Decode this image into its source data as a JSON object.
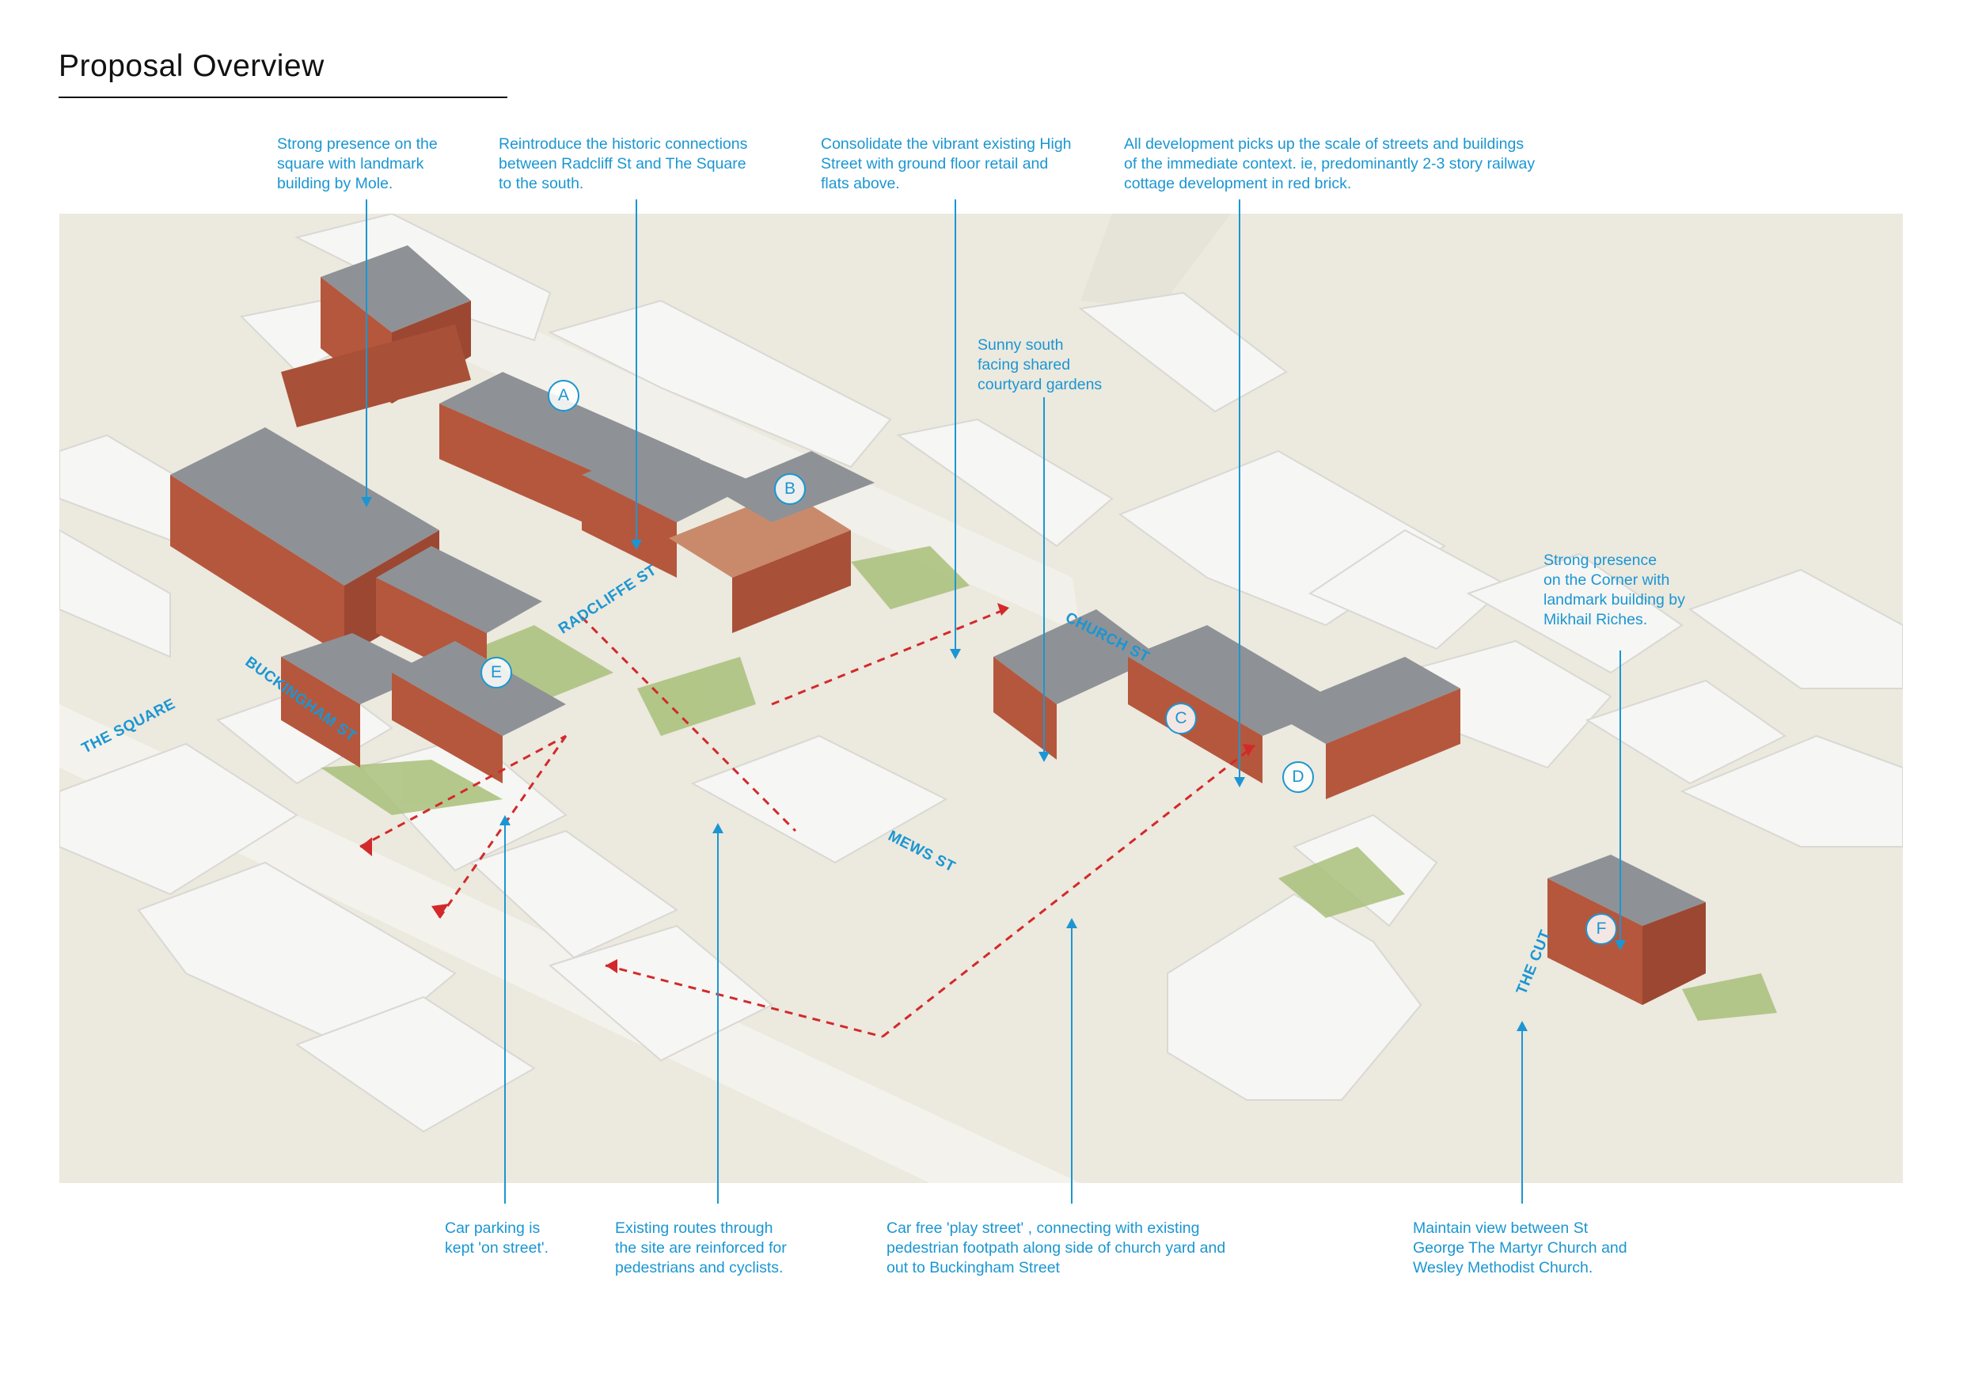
{
  "page": {
    "title": "Proposal Overview"
  },
  "annotations": {
    "top": [
      {
        "id": "landmark-square",
        "text": "Strong presence on the\nsquare with landmark\nbuilding by Mole."
      },
      {
        "id": "historic-connections",
        "text": "Reintroduce the historic connections\nbetween Radcliff St and The Square\nto the south."
      },
      {
        "id": "high-street",
        "text": "Consolidate the vibrant existing High\nStreet with ground floor retail and\nflats above."
      },
      {
        "id": "scale-context",
        "text": "All development picks up the scale of streets and buildings\nof the immediate context. ie, predominantly 2-3 story railway\ncottage development in red brick."
      }
    ],
    "middle": [
      {
        "id": "courtyard-gardens",
        "text": "Sunny south\nfacing shared\ncourtyard gardens"
      },
      {
        "id": "landmark-corner",
        "text": "Strong presence\non the Corner with\nlandmark building by\nMikhail Riches."
      }
    ],
    "bottom": [
      {
        "id": "car-parking",
        "text": "Car parking is\nkept 'on street'."
      },
      {
        "id": "existing-routes",
        "text": "Existing routes through\nthe site are reinforced for\npedestrians and cyclists."
      },
      {
        "id": "play-street",
        "text": "Car free 'play street' , connecting with existing\npedestrian footpath along side of church yard and\nout to Buckingham Street"
      },
      {
        "id": "church-view",
        "text": "Maintain view between St\nGeorge The Martyr Church and\nWesley Methodist Church."
      }
    ]
  },
  "streets": {
    "the_square": "THE SQUARE",
    "buckingham_st": "BUCKINGHAM ST",
    "radcliffe_st": "RADCLIFFE ST",
    "church_st": "CHURCH ST",
    "mews_st": "MEWS ST",
    "the_cut": "THE CUT"
  },
  "markers": [
    "A",
    "B",
    "C",
    "D",
    "E",
    "F"
  ],
  "colors": {
    "annotation_blue": "#1b96d2",
    "brick": "#b5573d",
    "roof_grey": "#8e9296",
    "context_white": "#f6f6f4",
    "ground": "#ece9df",
    "green": "#a9c07a",
    "route_red": "#d22a2a"
  }
}
